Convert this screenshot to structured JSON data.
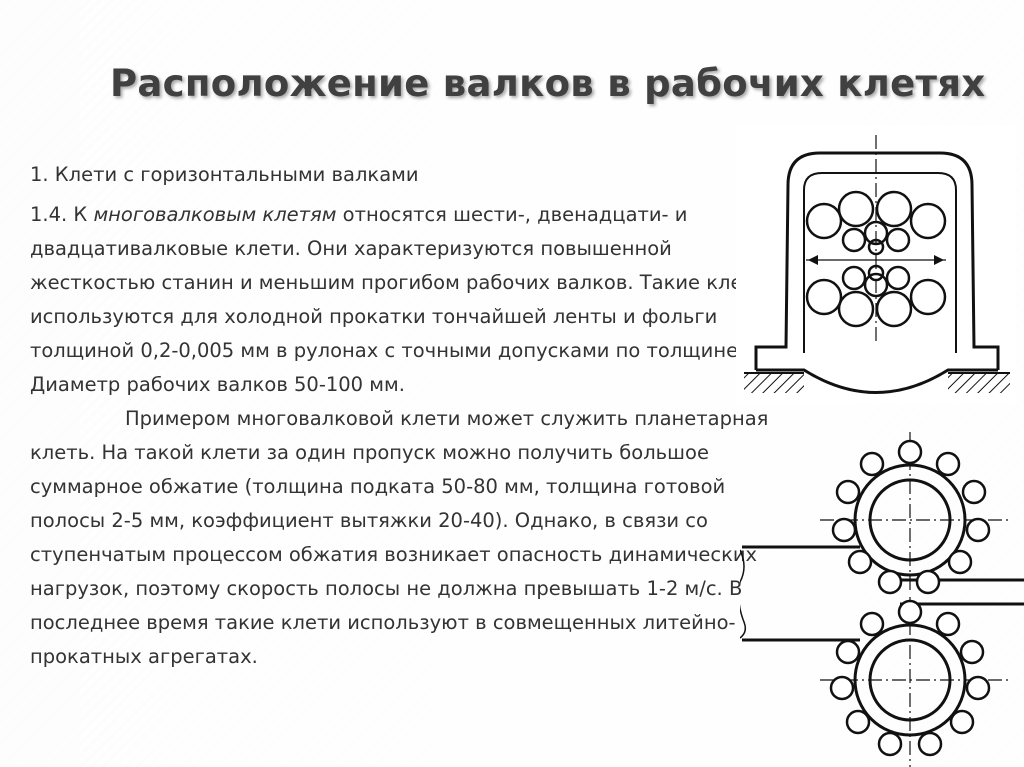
{
  "slide": {
    "title": "Расположение валков в рабочих клетях",
    "item1": "1. Клети с горизонтальными валками",
    "p2_prefix": "1.4. К ",
    "p2_italic": "многовалковым клетям",
    "p2_rest": " относятся шести-, двенадцати- и двадцативалковые клети. Они характеризуются повышенной жесткостью станин и меньшим прогибом рабочих валков. Такие клети используются для холодной прокатки тончайшей ленты и фольги толщиной 0,2-0,005 мм в рулонах с точными допусками по толщине. Диаметр рабочих валков 50-100 мм.",
    "p3": "Примером многовалковой клети может служить планетарная клеть. На такой клети за один пропуск можно получить большое суммарное обжатие (толщина подката 50-80 мм, толщина готовой полосы 2-5 мм, коэффициент вытяжки 20-40). Однако, в связи со ступенчатым процессом обжатия возникает опасность динамических нагрузок, поэтому скорость полосы не должна превышать 1-2 м/с. В последнее время такие клети используют в совмещенных литейно-прокатных агрегатах."
  },
  "colors": {
    "title": "#404040",
    "text": "#333333",
    "line": "#111111"
  }
}
